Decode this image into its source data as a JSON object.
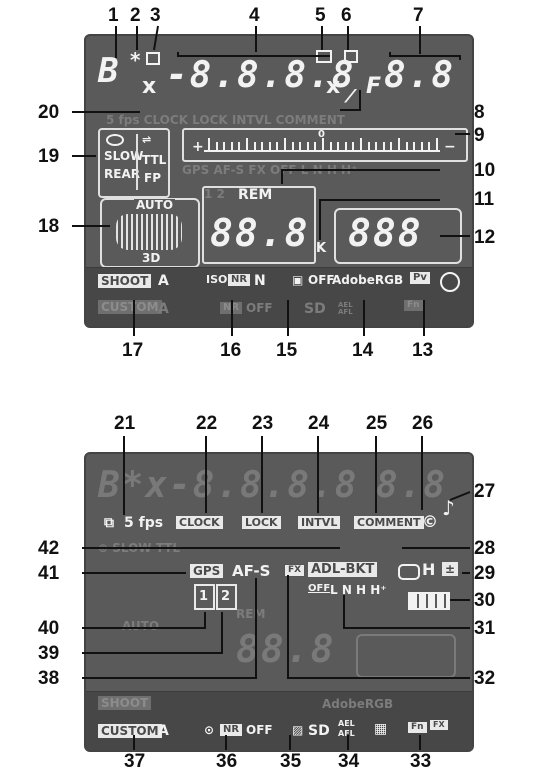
{
  "callouts_top": {
    "n1": "1",
    "n2": "2",
    "n3": "3",
    "n4": "4",
    "n5": "5",
    "n6": "6",
    "n7": "7",
    "n8": "8",
    "n9": "9",
    "n10": "10",
    "n11": "11",
    "n12": "12",
    "n13": "13",
    "n14": "14",
    "n15": "15",
    "n16": "16",
    "n17": "17",
    "n18": "18",
    "n19": "19",
    "n20": "20"
  },
  "callouts_bottom": {
    "n21": "21",
    "n22": "22",
    "n23": "23",
    "n24": "24",
    "n25": "25",
    "n26": "26",
    "n27": "27",
    "n28": "28",
    "n29": "29",
    "n30": "30",
    "n31": "31",
    "n32": "32",
    "n33": "33",
    "n34": "34",
    "n35": "35",
    "n36": "36",
    "n37": "37",
    "n38": "38",
    "n39": "39",
    "n40": "40",
    "n41": "41",
    "n42": "42"
  },
  "top_panel": {
    "mode": "B",
    "asterisk": "*",
    "x": "x",
    "shutter": "-8.8.8.8",
    "x2": "x",
    "f": "F",
    "aperture": "8.8",
    "slope": "⁄",
    "dim_row": "5 fps  CLOCK  LOCK  INTVL  COMMENT",
    "flash_slow": "SLOW",
    "flash_rear": "REAR",
    "flash_ttl": "TTL",
    "flash_fp": "FP",
    "scale_zero": "0",
    "dim_row2": "GPS  AF-S  FX  OFF L N H H⁺",
    "rem": "REM",
    "remaining": "88.8",
    "k": "K",
    "count": "888",
    "auto": "AUTO",
    "three_d": "3D",
    "b12": "1 2",
    "shoot": "SHOOT",
    "a": "A",
    "iso": "ISO",
    "nr": "NR",
    "n": "N",
    "off": "OFF",
    "adobe": "AdobeRGB",
    "pv": "Pv",
    "custom": "CUSTOM",
    "a2": "A",
    "nr2": "NR",
    "off2": "OFF",
    "sd": "SD",
    "ael": "AEL AFL",
    "fn": "Fn"
  },
  "bottom_panel": {
    "fps": "5 fps",
    "clock": "CLOCK",
    "lock": "LOCK",
    "intvl": "INTVL",
    "comment": "COMMENT",
    "copyright": "©",
    "note": "♪",
    "gps": "GPS",
    "afs": "AF-S",
    "fx": "FX",
    "adl": "ADL-BKT",
    "h": "H",
    "off": "OFF",
    "lnhh": "L N H H⁺",
    "slot1": "1",
    "slot2": "2",
    "custom": "CUSTOM",
    "a": "A",
    "nr": "NR",
    "off2": "OFF",
    "sd": "SD",
    "ael": "AEL",
    "afl": "AFL",
    "fn": "Fn",
    "fx2": "FX",
    "dim_shoot": "SHOOT",
    "dim_adobe": "AdobeRGB",
    "dim_rem": "REM",
    "dim_big": "88.8",
    "dim_auto": "AUTO"
  }
}
